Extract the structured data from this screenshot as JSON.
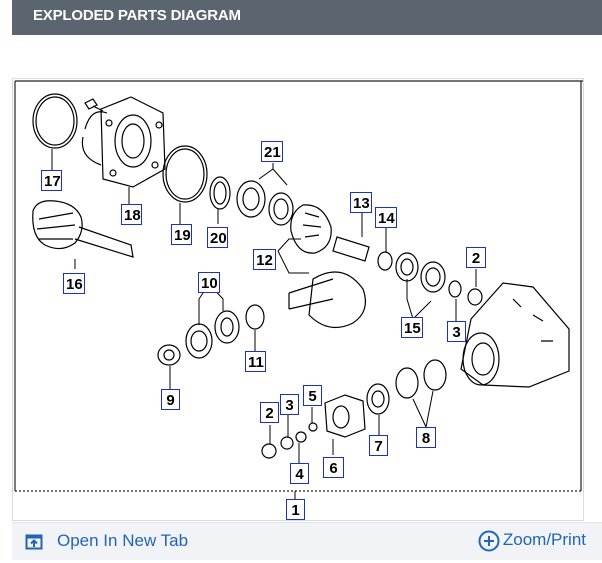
{
  "header": {
    "title": "EXPLODED PARTS DIAGRAM"
  },
  "callouts": [
    "17",
    "18",
    "19",
    "20",
    "21",
    "13",
    "14",
    "2",
    "16",
    "12",
    "10",
    "15",
    "3",
    "11",
    "9",
    "5",
    "2",
    "3",
    "7",
    "8",
    "6",
    "4",
    "1"
  ],
  "footer": {
    "open_tab_label": "Open In New Tab",
    "zoom_label": "Zoom/Print",
    "open_tab_icon": "open-in-new-tab-icon",
    "zoom_icon": "zoom-plus-icon",
    "link_color": "#2166b5"
  },
  "colors": {
    "header_bg": "#5b6570",
    "callout_border": "#1d2fc4"
  }
}
